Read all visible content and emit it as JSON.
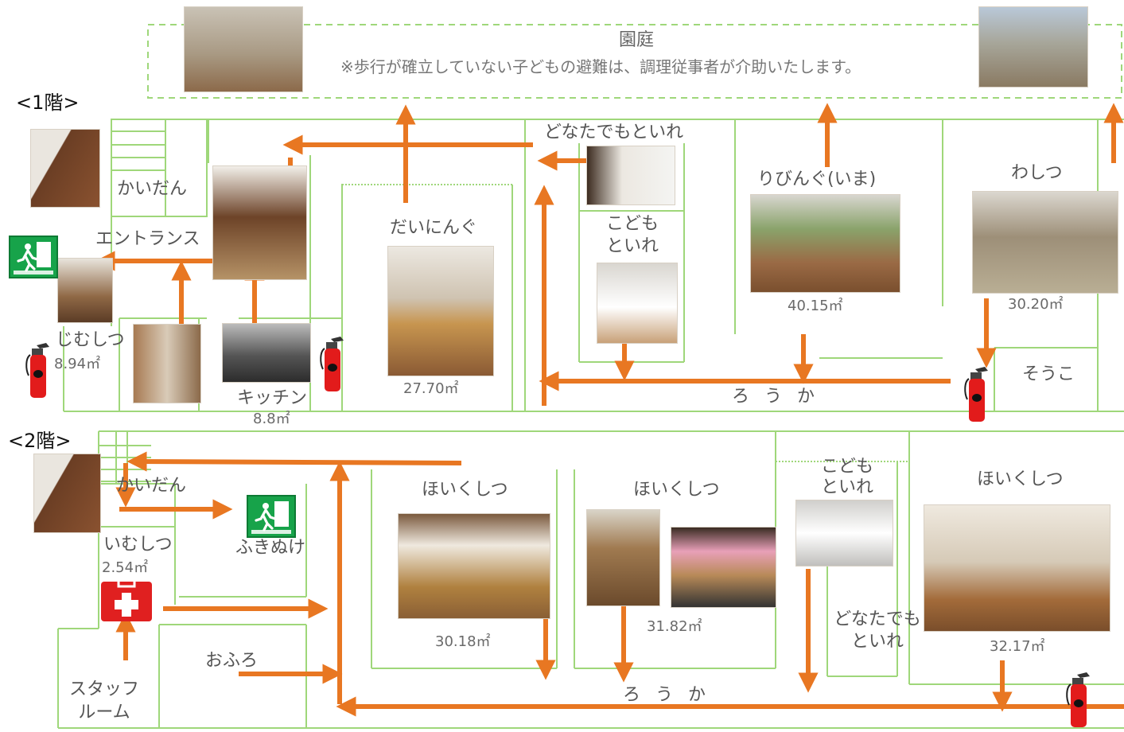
{
  "colors": {
    "wall": "#9fd77a",
    "arrow": "#e87722",
    "garden_border": "#9fd77a",
    "exit_green": "#17a34a",
    "aid_red": "#e02020",
    "extinguisher": "#e21b1b"
  },
  "garden": {
    "title": "園庭",
    "note": "※歩行が確立していない子どもの避難は、調理従事者が介助いたします。"
  },
  "floor1": {
    "heading": "<1階>",
    "rooms": {
      "stairs": "かいだん",
      "entrance": "エントランス",
      "office": "じむしつ",
      "office_area": "8.94㎡",
      "kitchen": "キッチン",
      "kitchen_area": "8.8㎡",
      "dining": "だいにんぐ",
      "dining_area": "27.70㎡",
      "toilet_any": "どなたでもといれ",
      "kids_toilet": "こども\nといれ",
      "living": "りびんぐ(いま)",
      "living_area": "40.15㎡",
      "washitsu": "わしつ",
      "washitsu_area": "30.20㎡",
      "storage": "そうこ",
      "corridor": "ろ う か"
    }
  },
  "floor2": {
    "heading": "<2階>",
    "rooms": {
      "stairs": "かいだん",
      "exit_label": "ふきぬけ",
      "sickroom": "いむしつ",
      "sickroom_area": "2.54㎡",
      "bath": "おふろ",
      "staff": "スタッフ\nルーム",
      "nursery_a": "ほいくしつ",
      "nursery_a_area": "30.18㎡",
      "nursery_b": "ほいくしつ",
      "nursery_b_area": "31.82㎡",
      "kids_toilet": "こども\nといれ",
      "toilet_any": "どなたでも\nといれ",
      "nursery_c": "ほいくしつ",
      "nursery_c_area": "32.17㎡",
      "corridor": "ろ う か"
    }
  },
  "icons": {
    "exit_sign": "emergency-exit-icon",
    "first_aid": "first-aid-kit-icon",
    "extinguisher": "fire-extinguisher-icon"
  }
}
